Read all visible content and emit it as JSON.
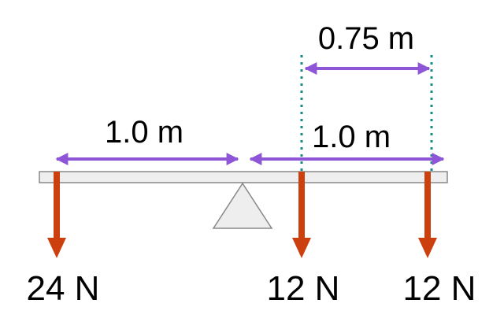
{
  "labels": {
    "left_distance": "1.0 m",
    "right_distance": "1.0 m",
    "offset_distance": "0.75 m",
    "force_left": "24 N",
    "force_middle": "12 N",
    "force_right": "12 N"
  },
  "colors": {
    "force_arrow": "#cc4010",
    "dimension_arrow": "#8e56d6",
    "guide_line": "#1a8a84",
    "beam_fill": "#eeeeee",
    "beam_stroke": "#888888",
    "fulcrum_fill": "#eeeeee"
  }
}
